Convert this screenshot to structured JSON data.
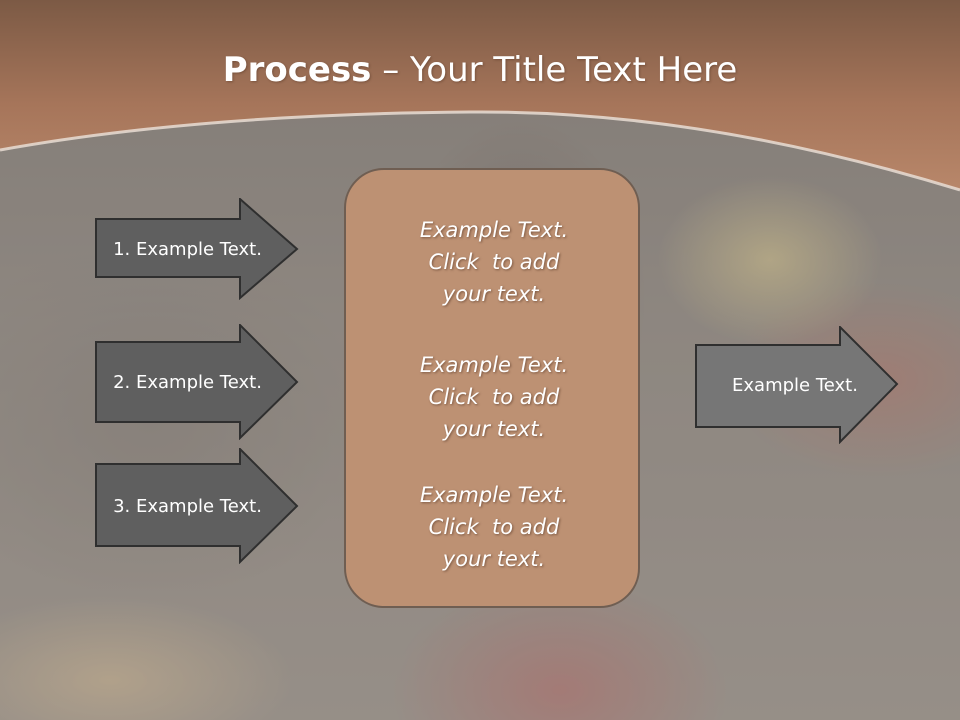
{
  "title": {
    "bold": "Process",
    "rest": " – Your Title Text Here"
  },
  "left_arrows": [
    {
      "label": "1. Example Text."
    },
    {
      "label": "2. Example Text."
    },
    {
      "label": "3. Example Text."
    }
  ],
  "center_box": {
    "blocks": [
      {
        "lines": [
          "Example Text.",
          "Click  to add",
          "your text."
        ]
      },
      {
        "lines": [
          "Example Text.",
          "Click  to add",
          "your text."
        ]
      },
      {
        "lines": [
          "Example Text.",
          "Click  to add",
          "your text."
        ]
      }
    ]
  },
  "right_arrow": {
    "label": "Example Text."
  },
  "colors": {
    "header": "#a9765a",
    "arrow_fill_dark": "#5f5f5f",
    "arrow_fill_right": "#767676",
    "box_fill": "#bd9173"
  }
}
